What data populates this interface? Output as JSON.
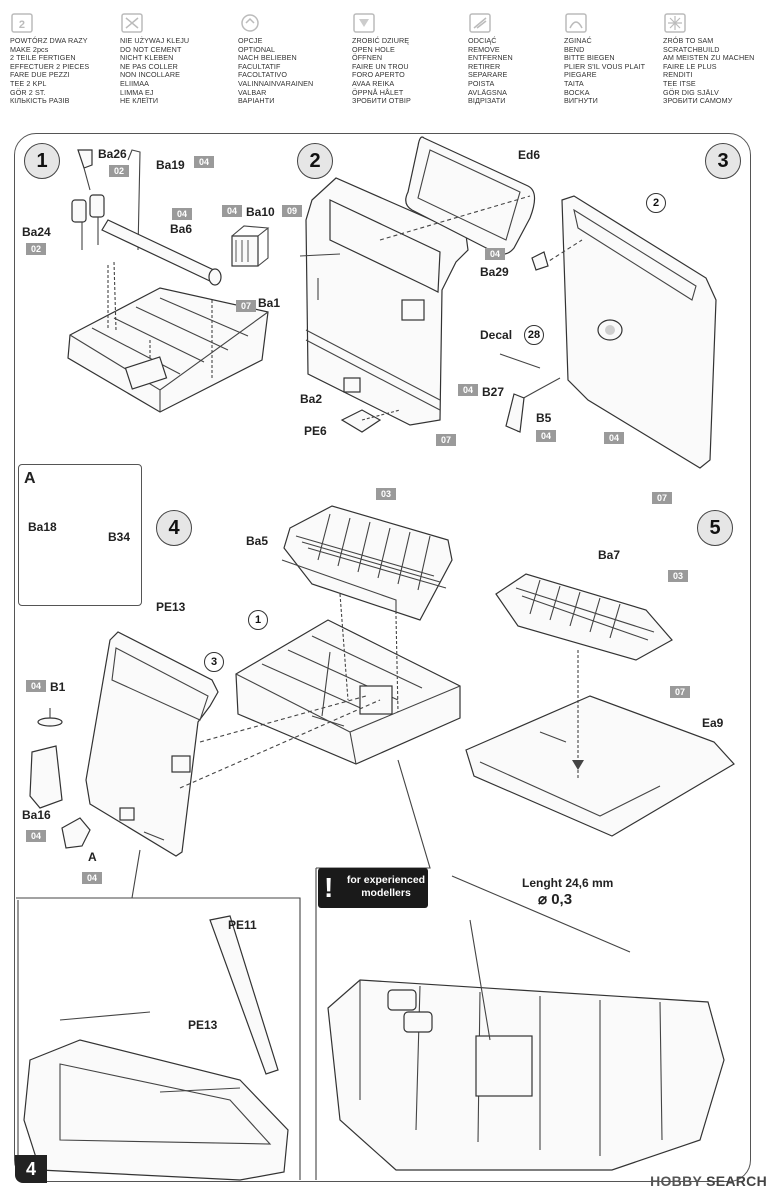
{
  "legend": [
    {
      "icon": "twice-icon",
      "lines": [
        "POWTÓRZ DWA RAZY",
        "MAKE 2pcs",
        "2 TEILE FERTIGEN",
        "EFFECTUER 2 PIECES",
        "FARE DUE PEZZI",
        "TEE 2 KPL",
        "GÖR 2 ST.",
        "КІЛЬКІСТЬ РАЗІВ"
      ]
    },
    {
      "icon": "no-glue-icon",
      "lines": [
        "NIE UŻYWAJ KLEJU",
        "DO NOT CEMENT",
        "NICHT KLEBEN",
        "NE PAS COLLER",
        "NON INCOLLARE",
        "ELIIMAA",
        "LIMMA EJ",
        "НЕ КЛЕЇТИ"
      ]
    },
    {
      "icon": "option-icon",
      "lines": [
        "OPCJE",
        "OPTIONAL",
        "NACH BELIEBEN",
        "FACULTATIF",
        "FACOLTATIVO",
        "VALINNAINVARAINEN",
        "VALBAR",
        "ВАРІАНТИ"
      ]
    },
    {
      "icon": "open-hole-icon",
      "lines": [
        "ZROBIĆ DZIURĘ",
        "OPEN HOLE",
        "ÖFFNEN",
        "FAIRE UN TROU",
        "FORO APERTO",
        "AVAA REIKA",
        "ÖPPNÅ HÅLET",
        "ЗРОБИТИ ОТВІР"
      ]
    },
    {
      "icon": "remove-icon",
      "lines": [
        "ODCIĄĆ",
        "REMOVE",
        "ENTFERNEN",
        "RETIRER",
        "SEPARARE",
        "POISTA",
        "AVLÄGSNA",
        "ВІДРІЗАТИ"
      ]
    },
    {
      "icon": "bend-icon",
      "lines": [
        "ZGINAĆ",
        "BEND",
        "BITTE BIEGEN",
        "PLIER S'IL VOUS PLAIT",
        "PIEGARE",
        "TAITA",
        "BOCKA",
        "ВИГНУТИ"
      ]
    },
    {
      "icon": "scratchbuild-icon",
      "lines": [
        "ZRÓB TO SAM",
        "SCRATCHBUILD",
        "AM MEISTEN ZU MACHEN",
        "FAIRE LE PLUS",
        "RENDITI",
        "TEE ITSE",
        "GÖR DIG SJÄLV",
        "ЗРОБИТИ САМОМУ"
      ]
    }
  ],
  "steps": {
    "s1": "1",
    "s2": "2",
    "s3": "3",
    "s4": "4",
    "s5": "5"
  },
  "inset_a": "A",
  "parts": {
    "ba26": "Ba26",
    "ba19": "Ba19",
    "ba24": "Ba24",
    "ba6": "Ba6",
    "ba10": "Ba10",
    "ba1": "Ba1",
    "ed6": "Ed6",
    "ba2": "Ba2",
    "pe6": "PE6",
    "ba29": "Ba29",
    "decal": "Decal",
    "b27": "B27",
    "b5": "B5",
    "ba18": "Ba18",
    "b34": "B34",
    "ba5": "Ba5",
    "pe13": "PE13",
    "b1": "B1",
    "ba16": "Ba16",
    "a": "A",
    "ba7": "Ba7",
    "ea9": "Ea9",
    "pe11": "PE11",
    "pe13b": "PE13"
  },
  "colors": {
    "c04a": "04",
    "c02a": "02",
    "c04b": "04",
    "c02b": "02",
    "c04c": "04",
    "c09": "09",
    "c07a": "07",
    "c04d": "04",
    "c07b": "07",
    "c04e": "04",
    "c04f": "04",
    "c04g": "04",
    "c07c": "07",
    "c03a": "03",
    "c04h": "04",
    "c04i": "04",
    "c04j": "04",
    "c03b": "03",
    "c07d": "07"
  },
  "refs": {
    "r2": "2",
    "r28": "28",
    "r1": "1",
    "r3": "3"
  },
  "experienced": "for experienced modellers",
  "wire_length": "Lenght 24,6 mm",
  "wire_diameter": "⌀ 0,3",
  "page_number": "4",
  "watermark_brand": "HOBBY",
  "watermark_rest": "SEARCH"
}
